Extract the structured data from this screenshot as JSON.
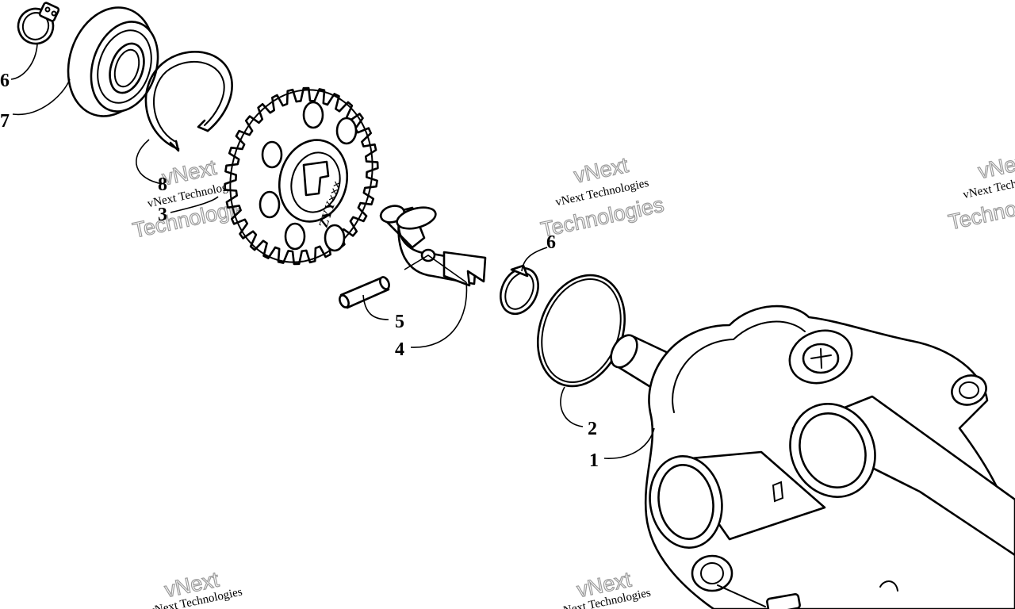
{
  "callouts": {
    "c1": "1",
    "c2": "2",
    "c3": "3",
    "c4": "4",
    "c5": "5",
    "c6_top": "6",
    "c6_mid": "6",
    "c7": "7",
    "c8": "8"
  },
  "gear_marking": "ZYY×××",
  "watermark": {
    "line_top": "vNext",
    "line_mid": "vNext Technologies",
    "line_big": "Technologies"
  }
}
